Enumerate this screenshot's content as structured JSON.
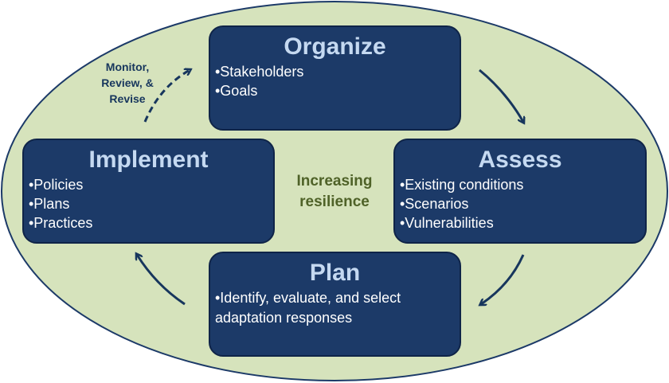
{
  "diagram": {
    "center_label_line1": "Increasing",
    "center_label_line2": "resilience",
    "monitor_label_line1": "Monitor,",
    "monitor_label_line2": "Review, &",
    "monitor_label_line3": "Revise",
    "stages": {
      "organize": {
        "title": "Organize",
        "items": [
          "•Stakeholders",
          "•Goals"
        ]
      },
      "assess": {
        "title": "Assess",
        "items": [
          "•Existing conditions",
          "•Scenarios",
          "•Vulnerabilities"
        ]
      },
      "plan": {
        "title": "Plan",
        "items": [
          "•Identify, evaluate, and select",
          "adaptation responses"
        ]
      },
      "implement": {
        "title": "Implement",
        "items": [
          "•Policies",
          "•Plans",
          "•Practices"
        ]
      }
    },
    "colors": {
      "ellipse_fill": "#d6e3bc",
      "ellipse_stroke": "#1c3a68",
      "box_fill": "#1c3a68",
      "title_color": "#c5d9f1",
      "center_text": "#4f6228",
      "arrow": "#17365d"
    }
  }
}
